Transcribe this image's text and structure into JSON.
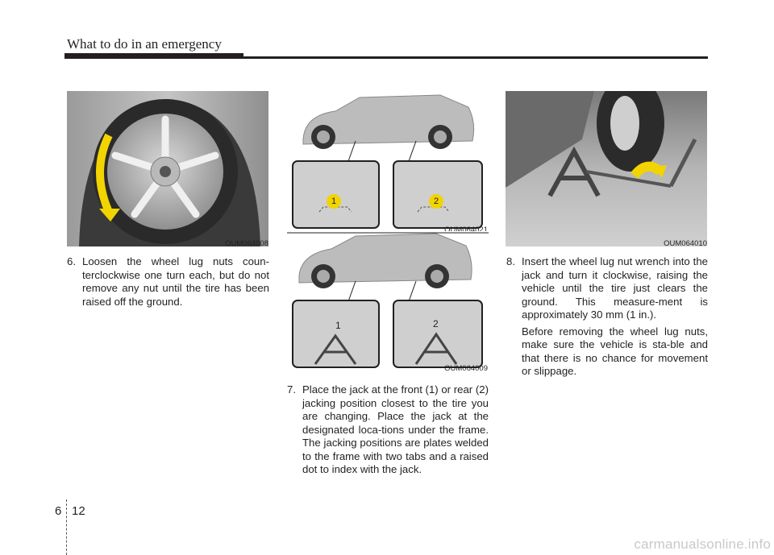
{
  "header": {
    "section_title": "What to do in an emergency"
  },
  "figures": {
    "wheel": {
      "code": "OUM064008"
    },
    "jack_positions_top": {
      "code": "OUM064021",
      "labels": [
        "1",
        "2"
      ]
    },
    "jack_positions_bottom": {
      "code": "OUM064009",
      "labels": [
        "1",
        "2"
      ]
    },
    "jack_raise": {
      "code": "OUM064010"
    }
  },
  "steps": [
    {
      "number": "6.",
      "paragraphs": [
        "Loosen the wheel lug nuts coun-terclockwise one turn each, but do not remove any nut until the tire has been raised off the ground."
      ]
    },
    {
      "number": "7.",
      "paragraphs": [
        "Place the jack at the front (1) or rear (2) jacking position closest to the tire you are changing. Place the jack at the designated loca-tions under the frame. The jacking positions are plates welded to the frame with two tabs and a raised dot to index with the jack."
      ]
    },
    {
      "number": "8.",
      "paragraphs": [
        "Insert the wheel lug nut wrench into the jack  and turn it clockwise, raising the vehicle until the tire just clears the ground. This measure-ment is approximately 30 mm (1 in.).",
        "Before removing the wheel lug nuts, make sure the vehicle is sta-ble and that there is no chance for movement or slippage."
      ]
    }
  ],
  "footer": {
    "chapter": "6",
    "page": "12",
    "watermark": "carmanualsonline.info"
  },
  "colors": {
    "text": "#231f20",
    "arrow": "#f2d400",
    "accent_yellow": "#f2d400"
  }
}
